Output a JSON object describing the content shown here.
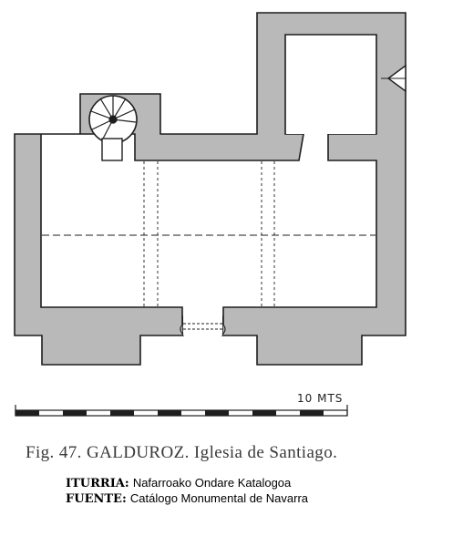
{
  "figure": {
    "scale_label": "10 MTS",
    "caption": "Fig. 47. GALDUROZ. Iglesia de Santiago.",
    "credits": [
      {
        "label": "ITURRIA:",
        "value": "Nafarroako Ondare Katalogoa"
      },
      {
        "label": "FUENTE:",
        "value": "Catálogo Monumental de Navarra"
      }
    ]
  },
  "colors": {
    "wall_fill": "#b9b9b9",
    "ink": "#1e1e1e",
    "paper": "#ffffff"
  }
}
